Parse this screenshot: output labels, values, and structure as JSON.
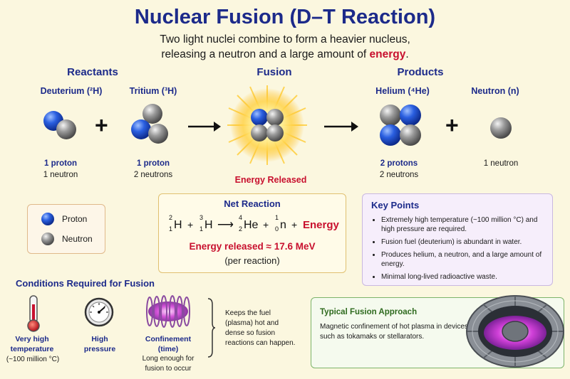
{
  "title": "Nuclear Fusion (D–T Reaction)",
  "subtitle": {
    "line1": "Two light nuclei combine to form a heavier nucleus,",
    "line2_prefix": "releasing a neutron and a large amount of ",
    "line2_energy": "energy",
    "line2_suffix": "."
  },
  "sections": {
    "reactants": "Reactants",
    "fusion": "Fusion",
    "products": "Products"
  },
  "species": {
    "deuterium": {
      "label": "Deuterium (²H)",
      "protons": "1 proton",
      "neutrons": "1 neutron"
    },
    "tritium": {
      "label": "Tritium (³H)",
      "protons": "1 proton",
      "neutrons": "2 neutrons"
    },
    "helium": {
      "label": "Helium (⁴He)",
      "protons": "2 protons",
      "neutrons": "2 neutrons"
    },
    "neutron": {
      "label": "Neutron (n)",
      "neutrons": "1 neutron"
    }
  },
  "plus": "+",
  "energy_released": "Energy Released",
  "legend": {
    "proton": "Proton",
    "neutron": "Neutron"
  },
  "net_reaction": {
    "heading": "Net Reaction",
    "h_symbol": "H",
    "he_symbol": "He",
    "n_symbol": "n",
    "energy": "Energy",
    "plus": "+",
    "arrow": "⟶",
    "d_mass": "2",
    "d_charge": "1",
    "t_mass": "3",
    "t_charge": "1",
    "he_mass": "4",
    "he_charge": "2",
    "n_mass": "1",
    "n_charge": "0",
    "energy_line": "Energy released ≈ 17.6 MeV",
    "per_reaction": "(per reaction)"
  },
  "key_points": {
    "heading": "Key Points",
    "items": [
      "Extremely high temperature (~100 million °C) and high pressure are required.",
      "Fusion fuel (deuterium) is abundant in water.",
      "Produces helium, a neutron, and a large amount of energy.",
      "Minimal long-lived radioactive waste."
    ]
  },
  "conditions": {
    "heading": "Conditions Required for Fusion",
    "temp_l1": "Very high",
    "temp_l2": "temperature",
    "temp_sub": "(~100 million °C)",
    "press_l1": "High",
    "press_l2": "pressure",
    "conf_l1": "Confinement",
    "conf_l2": "(time)",
    "conf_sub1": "Long enough for",
    "conf_sub2": "fusion to occur",
    "note": [
      "Keeps the fuel",
      "(plasma) hot and",
      "dense so fusion",
      "reactions can happen."
    ]
  },
  "approach": {
    "heading": "Typical Fusion Approach",
    "line1": "Magnetic confinement of hot plasma in devices",
    "line2": "such as tokamaks or stellarators."
  },
  "colors": {
    "proton": "#1d4fd8",
    "neutron": "#8a8a8a",
    "title": "#1c2a8a",
    "energy": "#c8102e"
  }
}
